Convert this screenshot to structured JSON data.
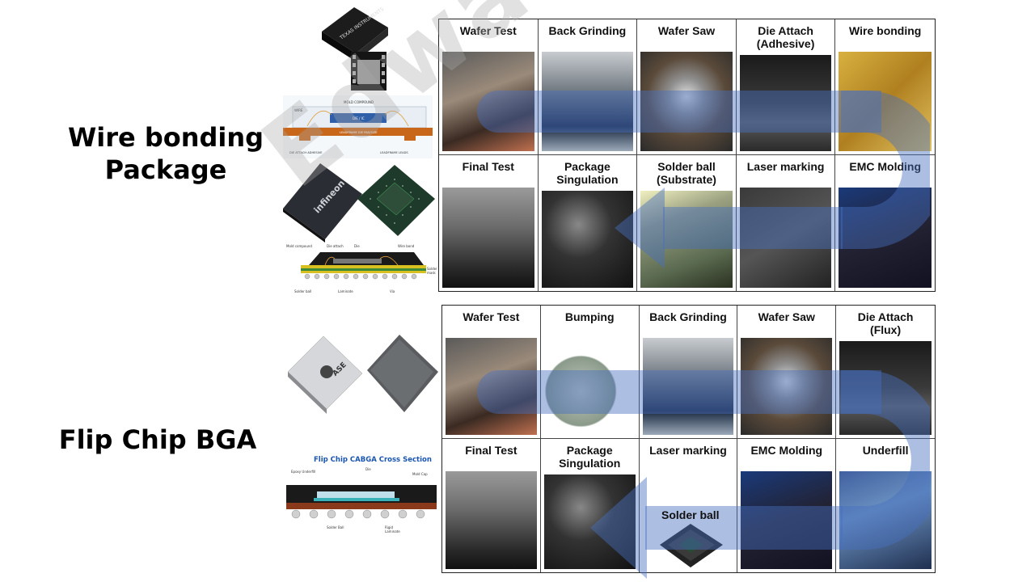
{
  "watermark": "Edward",
  "wire_bonding": {
    "title_line1": "Wire bonding",
    "title_line2": "Package",
    "row1": [
      "Wafer Test",
      "Back Grinding",
      "Wafer Saw",
      "Die Attach\n(Adhesive)",
      "Wire bonding"
    ],
    "row2": [
      "Final Test",
      "Package\nSingulation",
      "Solder ball\n(Substrate)",
      "Laser marking",
      "EMC Molding"
    ]
  },
  "flip_chip": {
    "title": "Flip Chip BGA",
    "row1": [
      "Wafer Test",
      "Bumping",
      "Back Grinding",
      "Wafer Saw",
      "Die Attach\n(Flux)"
    ],
    "row2": [
      "Final Test",
      "Package\nSingulation",
      "Laser marking",
      "EMC Molding",
      "Underfill"
    ],
    "solder_ball_label": "Solder ball"
  },
  "diagram_labels": {
    "wb_cross1": {
      "mold": "MOLD COMPOUND",
      "wire": "WIRE",
      "die": "DIE / IC",
      "pad": "LEADFRAME DIE PAD/SIZE",
      "adhesive": "DIE ATTACH ADHESIVE",
      "leads": "LEADFRAME LEADS"
    },
    "wb_cross2": {
      "mold": "Mold compound",
      "attach": "Die attach",
      "die": "Die",
      "wire": "Wire bond",
      "mask": "Solder\nmask",
      "ball": "Solder ball",
      "laminate": "Laminate",
      "via": "Via"
    },
    "fc_cross": {
      "title": "Flip Chip CABGA Cross Section",
      "underfill": "Epoxy Underfill",
      "die": "Die",
      "cap": "Mold Cap",
      "ball": "Solder Ball",
      "laminate": "Rigid\nLaminate"
    },
    "brand_ti": "TEXAS INSTRUMENTS",
    "brand_infineon": "infineon",
    "brand_ase": "ASE"
  },
  "colors": {
    "flow_arrow": "#466ebe",
    "grid_border": "#222222"
  }
}
